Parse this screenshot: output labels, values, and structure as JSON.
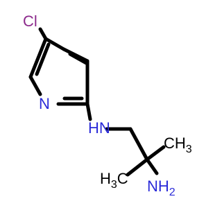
{
  "molecule": {
    "atoms": {
      "cl": {
        "text": "Cl",
        "color": "#8c2a8c"
      },
      "n_ring": {
        "text": "N",
        "color": "#2a2ad8"
      },
      "nh": {
        "text": "HN",
        "color": "#2a2ad8"
      },
      "ch3_right": {
        "text": "CH",
        "sub": "3",
        "color": "#000000"
      },
      "ch3_left": {
        "text": "H",
        "sub": "3",
        "tail": "C",
        "color": "#000000"
      },
      "nh2": {
        "text": "NH",
        "sub": "2",
        "color": "#2a2ad8"
      }
    }
  }
}
